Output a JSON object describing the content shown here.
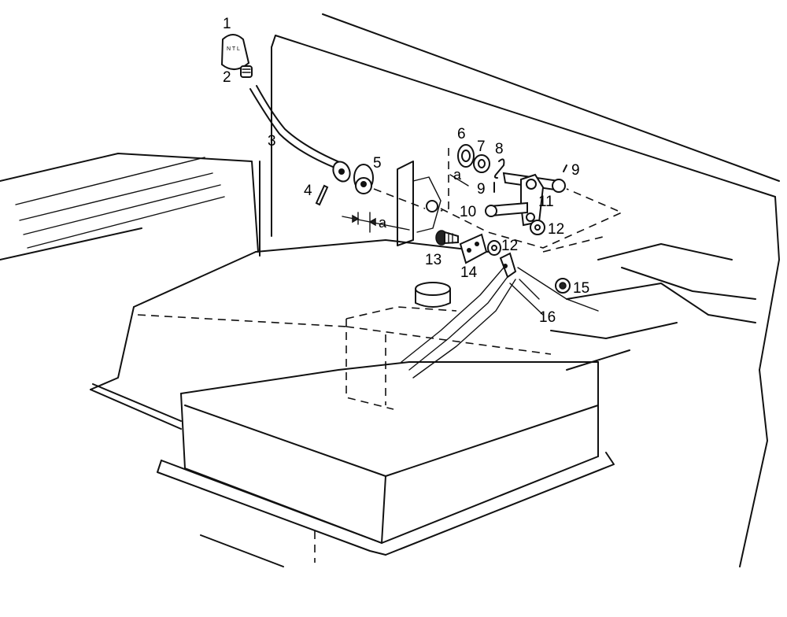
{
  "callouts": [
    {
      "id": "1",
      "text": "1"
    },
    {
      "id": "2",
      "text": "2"
    },
    {
      "id": "3",
      "text": "3"
    },
    {
      "id": "4",
      "text": "4"
    },
    {
      "id": "5",
      "text": "5"
    },
    {
      "id": "6",
      "text": "6"
    },
    {
      "id": "7",
      "text": "7"
    },
    {
      "id": "8",
      "text": "8"
    },
    {
      "id": "9a",
      "text": "9"
    },
    {
      "id": "9b",
      "text": "9"
    },
    {
      "id": "10",
      "text": "10"
    },
    {
      "id": "11",
      "text": "11"
    },
    {
      "id": "12a",
      "text": "12"
    },
    {
      "id": "12b",
      "text": "12"
    },
    {
      "id": "13",
      "text": "13"
    },
    {
      "id": "14",
      "text": "14"
    },
    {
      "id": "15",
      "text": "15"
    },
    {
      "id": "16",
      "text": "16"
    }
  ],
  "dimension_labels": {
    "left": "a",
    "right": "a"
  },
  "knob_marking": "N T L"
}
